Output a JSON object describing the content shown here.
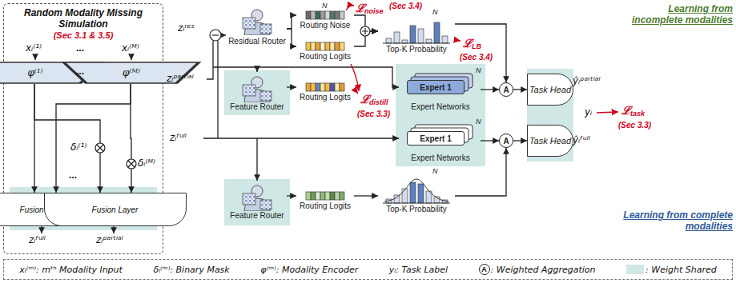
{
  "diagram": {
    "nodes": [
      {
        "text": [
          "Random Modality Missing Simulation",
          "(Sec 3.1 & 3.5)"
        ]
      },
      {
        "text": [
          "φ⁽¹⁾"
        ],
        "in": 0
      },
      {
        "text": [
          "φ⁽ᴹ⁾"
        ],
        "in": 0
      },
      {
        "text": [
          "Fusion Layer"
        ],
        "in": 0
      },
      {
        "text": [
          "Fusion Layer"
        ],
        "in": 0
      },
      {
        "text": [
          "Residual Router"
        ]
      },
      {
        "text": [
          "Routing Noise"
        ]
      },
      {
        "text": [
          "Routing Logits"
        ]
      },
      {
        "text": [
          "Top-K Probability"
        ]
      },
      {
        "text": [
          "Feature Router"
        ]
      },
      {
        "text": [
          "Routing Logits"
        ]
      },
      {
        "text": [
          "Expert Networks"
        ]
      },
      {
        "text": [
          "Expert 1"
        ],
        "in": 11
      },
      {
        "text": [
          "Expert Networks"
        ]
      },
      {
        "text": [
          "Expert 1"
        ],
        "in": 13
      },
      {
        "text": [
          "A"
        ]
      },
      {
        "text": [
          "A"
        ]
      },
      {
        "text": [
          "Task Head"
        ]
      },
      {
        "text": [
          "Task Head"
        ]
      },
      {
        "text": [
          "Feature Router"
        ]
      },
      {
        "text": [
          "Routing Logits"
        ]
      },
      {
        "text": [
          "Top-K Probability"
        ]
      }
    ],
    "edges": [
      {
        "from": 1,
        "to": 3,
        "arrow": "to"
      },
      {
        "from": 1,
        "to": 4,
        "arrow": "to"
      },
      {
        "from": 2,
        "to": 3,
        "arrow": "to"
      },
      {
        "from": 2,
        "to": 4,
        "arrow": "to"
      },
      {
        "from": 5,
        "to": 6,
        "arrow": "to"
      },
      {
        "from": 5,
        "to": 7,
        "arrow": "to"
      },
      {
        "from": 6,
        "to": 8,
        "arrow": "to"
      },
      {
        "from": 7,
        "to": 8,
        "arrow": "to"
      },
      {
        "from": 9,
        "to": 10,
        "arrow": "to"
      },
      {
        "from": 8,
        "to": 15,
        "arrow": "to"
      },
      {
        "from": 11,
        "to": 15,
        "arrow": "to"
      },
      {
        "from": 13,
        "to": 16,
        "arrow": "to"
      },
      {
        "from": 15,
        "to": 17,
        "arrow": "to"
      },
      {
        "from": 16,
        "to": 18,
        "arrow": "to"
      },
      {
        "from": 19,
        "to": 20,
        "arrow": "to"
      },
      {
        "from": 20,
        "to": 21,
        "arrow": "to"
      },
      {
        "from": 21,
        "to": 16,
        "arrow": "to"
      }
    ],
    "labels": [
      "xᵢ⁽¹⁾",
      "...",
      "xᵢ⁽ᴹ⁾",
      "...",
      "δᵢ⁽¹⁾",
      "δᵢ⁽ᴹ⁾",
      "...",
      "zᵢᶠᵘˡˡ",
      "zᵢᵖᵃʳᵗⁱᵃˡ",
      "zᵢʳᵉˢ",
      "zᵢᵖᵃʳᵗⁱᵃˡ",
      "zᵢᶠᵘˡˡ",
      "N",
      "N",
      "N",
      "N",
      "N",
      "ℒ",
      "noise",
      "(Sec 3.4)",
      "ℒ",
      "LB",
      "(Sec 3.4)",
      "ℒ",
      "distill",
      "(Sec 3.3)",
      "ℒ",
      "task",
      "(Sec 3.3)",
      "ŷᵢᵖᵃʳᵗⁱᵃˡ",
      "yᵢ",
      "ŷᵢᶠᵘˡˡ",
      "Learning from incomplete modalities",
      "Learning from complete modalities",
      "A"
    ],
    "legend": [
      {
        "text": "xᵢ⁽ᵐ⁾: mᵗʰ Modality Input"
      },
      {
        "text": "δᵢ⁽ᵐ⁾: Binary Mask"
      },
      {
        "text": "φ⁽ᵐ⁾: Modality Encoder"
      },
      {
        "text": "yᵢ: Task Label"
      },
      {
        "text": ": Weighted Aggregation"
      },
      {
        "text": ": Weight Shared",
        "color": "#cfe7e5"
      }
    ]
  }
}
